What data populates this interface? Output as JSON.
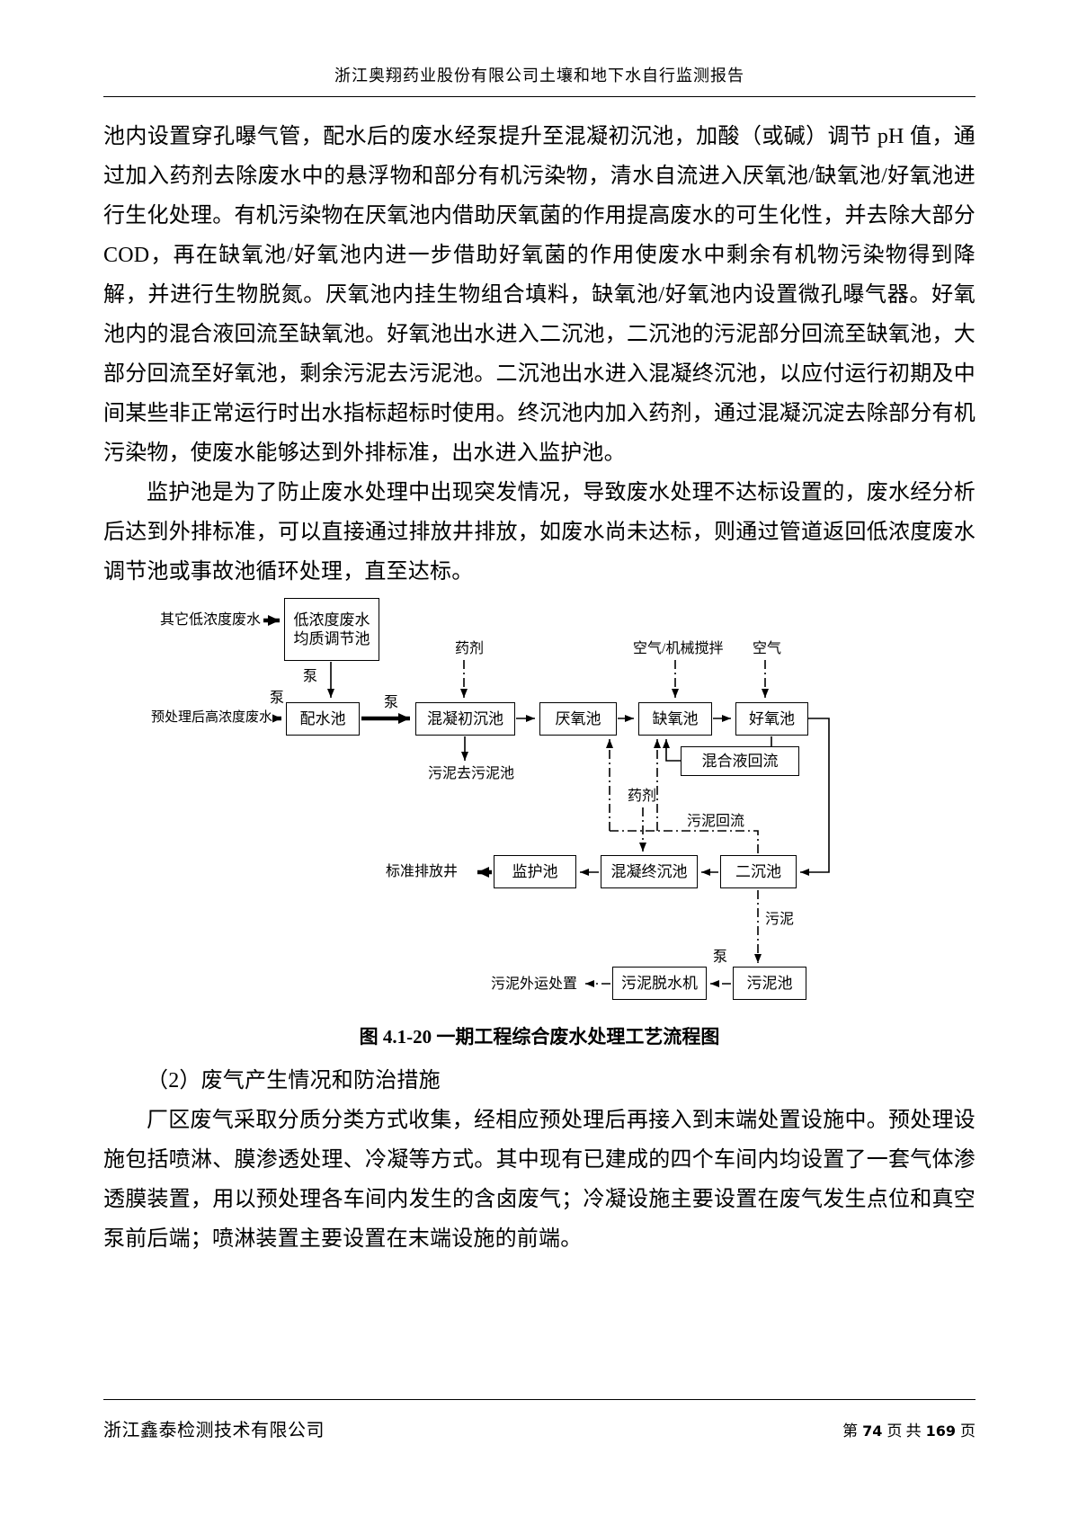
{
  "header": {
    "title": "浙江奥翔药业股份有限公司土壤和地下水自行监测报告"
  },
  "body": {
    "paragraph1": "池内设置穿孔曝气管，配水后的废水经泵提升至混凝初沉池，加酸（或碱）调节 pH 值，通过加入药剂去除废水中的悬浮物和部分有机污染物，清水自流进入厌氧池/缺氧池/好氧池进行生化处理。有机污染物在厌氧池内借助厌氧菌的作用提高废水的可生化性，并去除大部分 COD，再在缺氧池/好氧池内进一步借助好氧菌的作用使废水中剩余有机物污染物得到降解，并进行生物脱氮。厌氧池内挂生物组合填料，缺氧池/好氧池内设置微孔曝气器。好氧池内的混合液回流至缺氧池。好氧池出水进入二沉池，二沉池的污泥部分回流至缺氧池，大部分回流至好氧池，剩余污泥去污泥池。二沉池出水进入混凝终沉池，以应付运行初期及中间某些非正常运行时出水指标超标时使用。终沉池内加入药剂，通过混凝沉淀去除部分有机污染物，使废水能够达到外排标准，出水进入监护池。",
    "paragraph2": "监护池是为了防止废水处理中出现突发情况，导致废水处理不达标设置的，废水经分析后达到外排标准，可以直接通过排放井排放，如废水尚未达标，则通过管道返回低浓度废水调节池或事故池循环处理，直至达标。",
    "section2_heading": "（2）废气产生情况和防治措施",
    "paragraph3": "厂区废气采取分质分类方式收集，经相应预处理后再接入到末端处置设施中。预处理设施包括喷淋、膜渗透处理、冷凝等方式。其中现有已建成的四个车间内均设置了一套气体渗透膜装置，用以预处理各车间内发生的含卤废气；冷凝设施主要设置在废气发生点位和真空泵前后端；喷淋装置主要设置在末端设施的前端。"
  },
  "figure": {
    "caption": "图 4.1-20  一期工程综合废水处理工艺流程图"
  },
  "diagram": {
    "boxes": {
      "adjust_tank": "低浓度废水均质调节池",
      "distribution_tank": "配水池",
      "primary_sedimentation": "混凝初沉池",
      "anaerobic_tank": "厌氧池",
      "anoxic_tank": "缺氧池",
      "aerobic_tank": "好氧池",
      "mixed_liquor_return": "混合液回流",
      "guard_tank": "监护池",
      "final_sedimentation": "混凝终沉池",
      "secondary_sedimentation": "二沉池",
      "sludge_dewatering": "污泥脱水机",
      "sludge_tank": "污泥池"
    },
    "labels": {
      "other_low_concentration": "其它低浓度废水",
      "pretreated_high_concentration": "预处理后高浓度废水",
      "pump": "泵",
      "agent": "药剂",
      "air_mechanical": "空气/机械搅拌",
      "air": "空气",
      "sludge_to_tank": "污泥去污泥池",
      "sludge_return": "污泥回流",
      "discharge_well": "标准排放井",
      "sludge": "污泥",
      "sludge_disposal": "污泥外运处置"
    }
  },
  "footer": {
    "company": "浙江鑫泰检测技术有限公司",
    "page_prefix": "第",
    "page_current": "74",
    "page_middle": "页 共",
    "page_total": "169",
    "page_suffix": "页"
  }
}
